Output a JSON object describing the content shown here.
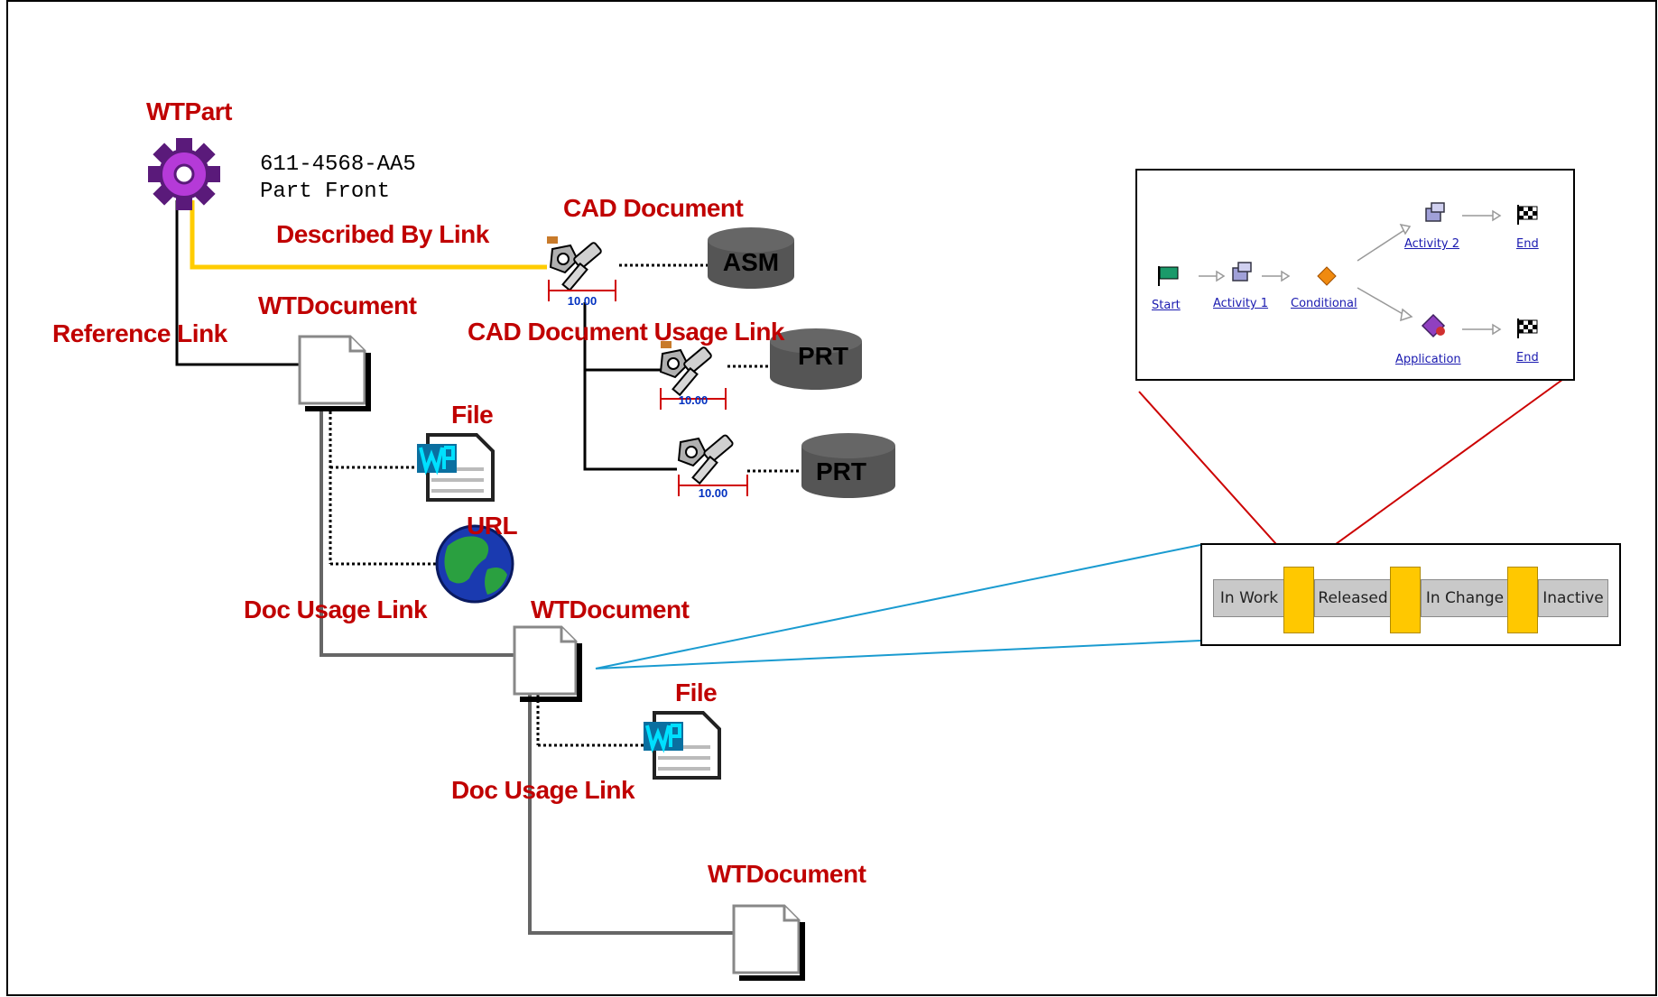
{
  "nodes": {
    "wtpart": {
      "title": "WTPart",
      "number": "611-4568-AA5",
      "name": "Part Front"
    },
    "cad_document": {
      "title": "CAD Document"
    },
    "wtdocument_1": {
      "title": "WTDocument"
    },
    "wtdocument_2": {
      "title": "WTDocument"
    },
    "wtdocument_3": {
      "title": "WTDocument"
    },
    "file_1": {
      "title": "File"
    },
    "file_2": {
      "title": "File"
    },
    "url": {
      "title": "URL"
    },
    "asm": {
      "label": "ASM"
    },
    "prt_1": {
      "label": "PRT"
    },
    "prt_2": {
      "label": "PRT"
    },
    "cad_dim_label": "10.00"
  },
  "links": {
    "described_by": "Described By Link",
    "reference": "Reference Link",
    "cad_usage": "CAD Document Usage Link",
    "doc_usage_1": "Doc Usage Link",
    "doc_usage_2": "Doc Usage Link"
  },
  "workflow": {
    "start": "Start",
    "activity1": "Activity 1",
    "conditional": "Conditional",
    "activity2": "Activity 2",
    "application": "Application",
    "end_top": "End",
    "end_bottom": "End"
  },
  "lifecycle": {
    "states": [
      "In Work",
      "Released",
      "In Change",
      "Inactive"
    ]
  },
  "colors": {
    "label_red": "#c00000",
    "described_link": "#ffcc00",
    "lifecycle_gate": "#ffc800",
    "callout_red": "#cc0000",
    "callout_blue": "#1a9bd0"
  }
}
